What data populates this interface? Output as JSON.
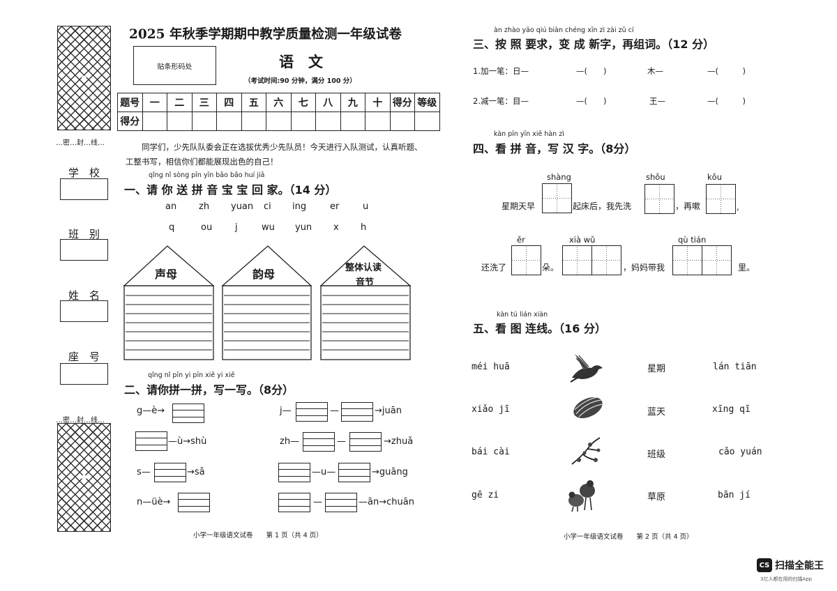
{
  "exam": {
    "title": "2025 年秋季学期期中教学质量检测一年级试卷",
    "subject": "语　文",
    "barcode_label": "贴条形码处",
    "exam_info": "（考试时间:90 分钟，满分 100 分）",
    "score_table": {
      "row1": [
        "题号",
        "一",
        "二",
        "三",
        "四",
        "五",
        "六",
        "七",
        "八",
        "九",
        "十",
        "得分",
        "等级"
      ],
      "row2_label": "得分"
    },
    "intro_line1": "同学们，少先队队委会正在选拔优秀少先队员！今天进行入队测试，认真听题、",
    "intro_line2": "工整书写，相信你们都能展现出色的自己！"
  },
  "binding": {
    "seal_top": "…密…封…线…",
    "seal_bottom": "…密…封…线…",
    "school": "学　校",
    "class": "班　别",
    "name": "姓　名",
    "seat": "座　号"
  },
  "q1": {
    "pinyin": "qǐng  nǐ  sòng pīn  yīn  bǎo  bǎo  huí  jiā",
    "title": "一、请  你 送 拼 音 宝 宝  回 家。（14 分）",
    "row1": [
      "an",
      "zh",
      "yuan",
      "ci",
      "ing",
      "er",
      "u"
    ],
    "row2": [
      "q",
      "ou",
      "j",
      "wu",
      "yun",
      "x",
      "h"
    ],
    "houses": [
      "声母",
      "韵母",
      "整体认读",
      "音节"
    ]
  },
  "q2": {
    "pinyin": "qǐng nǐ pīn yi pīn   xiě yi xiě",
    "title": "二、请你拼一拼，写一写。（8分）",
    "items": {
      "a1": "g—è→",
      "a2": "—ù→shù",
      "a3": "s—",
      "a3b": "→sǎ",
      "a4": "n—üè→",
      "b1": "j—",
      "b1b": "—",
      "b1c": "→juān",
      "b2": "zh—",
      "b2b": "—",
      "b2c": "→zhuǎ",
      "b3b": "—u—",
      "b3c": "→guāng",
      "b4b": "—",
      "b4c": "—ān→chuān"
    }
  },
  "q3": {
    "pinyin": "àn zhào yāo qiú   biàn chéng xīn zì   zài zǔ cí",
    "title": "三、按 照 要求，变  成 新字，再组词。（12 分）",
    "line1": [
      "1.加一笔：日—",
      "—(　　)",
      "木—",
      "—(　　　)"
    ],
    "line2": [
      "2.减一笔：目—",
      "—(　　)",
      "王—",
      "—(　　　)"
    ]
  },
  "q4": {
    "pinyin": "kàn pīn  yīn  xiě  hàn  zì",
    "title": "四、看 拼 音，写 汉 字。（8分）",
    "py": [
      "shàng",
      "shǒu",
      "kǒu",
      "ěr",
      "xià  wǔ",
      "qù  tián"
    ],
    "t1": "星期天早",
    "t2": "起床后，我先洗",
    "t3": "，再嗽",
    "t4": "还洗了",
    "t5": "朵。",
    "t6": "，妈妈带我",
    "t7": "里。",
    "comma": ","
  },
  "q5": {
    "pinyin": "kàn tú lián xiàn",
    "title": "五、看 图 连线。（16 分）",
    "left": [
      "méi huā",
      "xiǎo jī",
      "bái cài",
      "gē zi"
    ],
    "mid": [
      "星期",
      "蓝天",
      "班级",
      "草原"
    ],
    "right": [
      "lán tiān",
      "xīng  qī",
      "cǎo  yuán",
      "bān  jí"
    ],
    "pictures": [
      "bird-icon",
      "cabbage-icon",
      "plum-blossom-icon",
      "chicks-icon"
    ]
  },
  "footer": {
    "left": "小学一年级语文试卷　　第 1 页（共 4 页）",
    "right": "小学一年级语文试卷　　第 2 页（共 4 页）"
  },
  "watermark": {
    "logo": "CS",
    "brand": "扫描全能王",
    "tagline": "3亿人都在用的扫描App"
  }
}
